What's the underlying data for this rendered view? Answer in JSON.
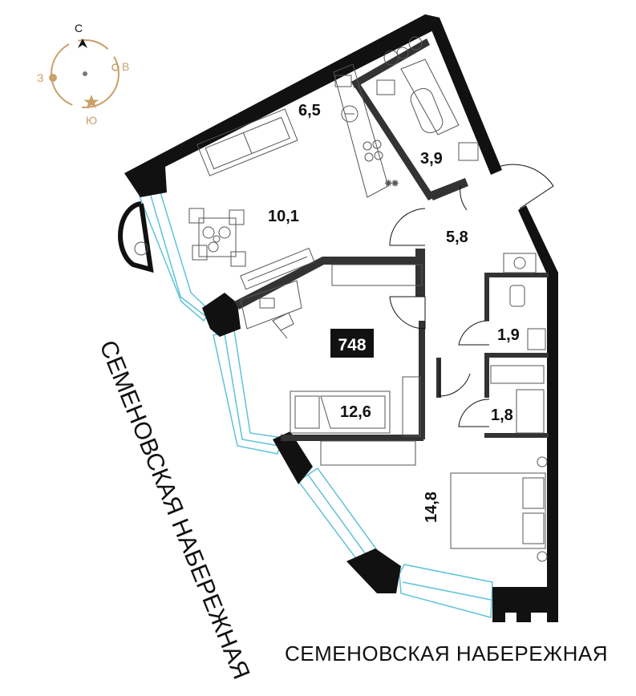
{
  "apartment": {
    "number": "748"
  },
  "rooms": [
    {
      "id": "kitchen",
      "area": "6,5"
    },
    {
      "id": "bathroom",
      "area": "3,9"
    },
    {
      "id": "living",
      "area": "10,1"
    },
    {
      "id": "hall",
      "area": "5,8"
    },
    {
      "id": "wc",
      "area": "1,9"
    },
    {
      "id": "wardrobe",
      "area": "1,8"
    },
    {
      "id": "bedroom-small",
      "area": "12,6"
    },
    {
      "id": "bedroom-master",
      "area": "14,8"
    }
  ],
  "compass": {
    "north": "С",
    "east": "В",
    "west": "З",
    "south": "Ю"
  },
  "streets": {
    "left": "СЕМЕНОВСКАЯ НАБЕРЕЖНАЯ",
    "bottom": "СЕМЕНОВСКАЯ НАБЕРЕЖНАЯ"
  },
  "colors": {
    "wall": "#111111",
    "window": "#5ec3d8",
    "compass": "#c8a068"
  }
}
